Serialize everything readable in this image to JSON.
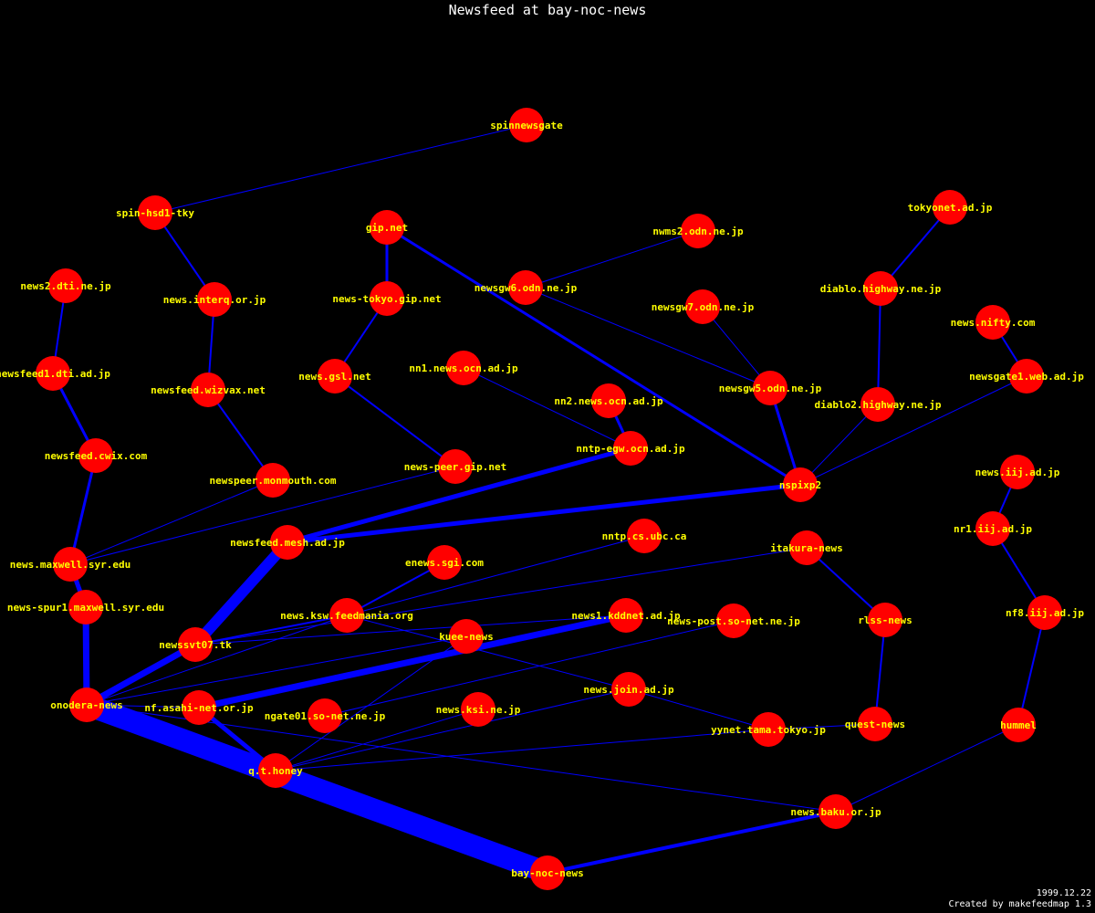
{
  "title": "Newsfeed at bay-noc-news",
  "footer": {
    "date": "1999.12.22",
    "credit": "Created by makefeedmap 1.3"
  },
  "colors": {
    "background": "#000000",
    "node": "#ff0000",
    "label": "#ffff00",
    "edge": "#0000ff",
    "title": "#ffffff"
  },
  "nodes": [
    {
      "id": "spinnewsgate",
      "label": "spinnewsgate"
    },
    {
      "id": "spin-hsd1-tky",
      "label": "spin-hsd1-tky"
    },
    {
      "id": "gip.net",
      "label": "gip.net"
    },
    {
      "id": "nwms2.odn.ne.jp",
      "label": "nwms2.odn.ne.jp"
    },
    {
      "id": "tokyonet.ad.jp",
      "label": "tokyonet.ad.jp"
    },
    {
      "id": "news2.dti.ne.jp",
      "label": "news2.dti.ne.jp"
    },
    {
      "id": "news.interq.or.jp",
      "label": "news.interq.or.jp"
    },
    {
      "id": "news-tokyo.gip.net",
      "label": "news-tokyo.gip.net"
    },
    {
      "id": "newsgw6.odn.ne.jp",
      "label": "newsgw6.odn.ne.jp"
    },
    {
      "id": "diablo.highway.ne.jp",
      "label": "diablo.highway.ne.jp"
    },
    {
      "id": "newsgw7.odn.ne.jp",
      "label": "newsgw7.odn.ne.jp"
    },
    {
      "id": "news.nifty.com",
      "label": "news.nifty.com"
    },
    {
      "id": "newsfeed1.dti.ad.jp",
      "label": "newsfeed1.dti.ad.jp"
    },
    {
      "id": "news.gsl.net",
      "label": "news.gsl.net"
    },
    {
      "id": "nn1.news.ocn.ad.jp",
      "label": "nn1.news.ocn.ad.jp"
    },
    {
      "id": "newsfeed.wizvax.net",
      "label": "newsfeed.wizvax.net"
    },
    {
      "id": "newsgw5.odn.ne.jp",
      "label": "newsgw5.odn.ne.jp"
    },
    {
      "id": "newsgate1.web.ad.jp",
      "label": "newsgate1.web.ad.jp"
    },
    {
      "id": "nn2.news.ocn.ad.jp",
      "label": "nn2.news.ocn.ad.jp"
    },
    {
      "id": "diablo2.highway.ne.jp",
      "label": "diablo2.highway.ne.jp"
    },
    {
      "id": "nntp-egw.ocn.ad.jp",
      "label": "nntp-egw.ocn.ad.jp"
    },
    {
      "id": "newsfeed.cwix.com",
      "label": "newsfeed.cwix.com"
    },
    {
      "id": "news-peer.gip.net",
      "label": "news-peer.gip.net"
    },
    {
      "id": "news.iij.ad.jp",
      "label": "news.iij.ad.jp"
    },
    {
      "id": "newspeer.monmouth.com",
      "label": "newspeer.monmouth.com"
    },
    {
      "id": "nspixp2",
      "label": "nspixp2"
    },
    {
      "id": "nr1.iij.ad.jp",
      "label": "nr1.iij.ad.jp"
    },
    {
      "id": "newsfeed.mesh.ad.jp",
      "label": "newsfeed.mesh.ad.jp"
    },
    {
      "id": "nntp.cs.ubc.ca",
      "label": "nntp.cs.ubc.ca"
    },
    {
      "id": "itakura-news",
      "label": "itakura-news"
    },
    {
      "id": "enews.sgi.com",
      "label": "enews.sgi.com"
    },
    {
      "id": "news.maxwell.syr.edu",
      "label": "news.maxwell.syr.edu"
    },
    {
      "id": "news-spur1.maxwell.syr.edu",
      "label": "news-spur1.maxwell.syr.edu"
    },
    {
      "id": "news.ksw.feedmania.org",
      "label": "news.ksw.feedmania.org"
    },
    {
      "id": "news1.kddnet.ad.jp",
      "label": "news1.kddnet.ad.jp"
    },
    {
      "id": "news-post.so-net.ne.jp",
      "label": "news-post.so-net.ne.jp"
    },
    {
      "id": "rlss-news",
      "label": "rlss-news"
    },
    {
      "id": "nf8.iij.ad.jp",
      "label": "nf8.iij.ad.jp"
    },
    {
      "id": "kuee-news",
      "label": "kuee-news"
    },
    {
      "id": "newssvt07.tk",
      "label": "newssvt07.tk"
    },
    {
      "id": "news.join.ad.jp",
      "label": "news.join.ad.jp"
    },
    {
      "id": "onodera-news",
      "label": "onodera-news"
    },
    {
      "id": "nf.asahi-net.or.jp",
      "label": "nf.asahi-net.or.jp"
    },
    {
      "id": "ngate01.so-net.ne.jp",
      "label": "ngate01.so-net.ne.jp"
    },
    {
      "id": "news.ksi.ne.jp",
      "label": "news.ksi.ne.jp"
    },
    {
      "id": "yynet.tama.tokyo.jp",
      "label": "yynet.tama.tokyo.jp"
    },
    {
      "id": "quest-news",
      "label": "quest-news"
    },
    {
      "id": "hummel",
      "label": "hummel"
    },
    {
      "id": "q.t.honey",
      "label": "q.t.honey"
    },
    {
      "id": "news.baku.or.jp",
      "label": "news.baku.or.jp"
    },
    {
      "id": "bay-noc-news",
      "label": "bay-noc-news"
    }
  ],
  "edges": [
    {
      "from": "spinnewsgate",
      "to": "spin-hsd1-tky",
      "weight": 1
    },
    {
      "from": "spin-hsd1-tky",
      "to": "news.interq.or.jp",
      "weight": 2
    },
    {
      "from": "news.interq.or.jp",
      "to": "newsfeed.wizvax.net",
      "weight": 2
    },
    {
      "from": "newsfeed.wizvax.net",
      "to": "newspeer.monmouth.com",
      "weight": 2
    },
    {
      "from": "newspeer.monmouth.com",
      "to": "news.maxwell.syr.edu",
      "weight": 1
    },
    {
      "from": "news2.dti.ne.jp",
      "to": "newsfeed1.dti.ad.jp",
      "weight": 2
    },
    {
      "from": "newsfeed1.dti.ad.jp",
      "to": "newsfeed.cwix.com",
      "weight": 3
    },
    {
      "from": "newsfeed.cwix.com",
      "to": "news.maxwell.syr.edu",
      "weight": 3
    },
    {
      "from": "news.maxwell.syr.edu",
      "to": "news-spur1.maxwell.syr.edu",
      "weight": 5
    },
    {
      "from": "news-spur1.maxwell.syr.edu",
      "to": "onodera-news",
      "weight": 7
    },
    {
      "from": "news-peer.gip.net",
      "to": "news.maxwell.syr.edu",
      "weight": 1
    },
    {
      "from": "gip.net",
      "to": "news-tokyo.gip.net",
      "weight": 3
    },
    {
      "from": "news-tokyo.gip.net",
      "to": "news.gsl.net",
      "weight": 2
    },
    {
      "from": "news.gsl.net",
      "to": "news-peer.gip.net",
      "weight": 2
    },
    {
      "from": "gip.net",
      "to": "nspixp2",
      "weight": 3
    },
    {
      "from": "nwms2.odn.ne.jp",
      "to": "newsgw6.odn.ne.jp",
      "weight": 1
    },
    {
      "from": "newsgw6.odn.ne.jp",
      "to": "newsgw5.odn.ne.jp",
      "weight": 1
    },
    {
      "from": "newsgw7.odn.ne.jp",
      "to": "newsgw5.odn.ne.jp",
      "weight": 1
    },
    {
      "from": "newsgw5.odn.ne.jp",
      "to": "nspixp2",
      "weight": 3
    },
    {
      "from": "tokyonet.ad.jp",
      "to": "diablo.highway.ne.jp",
      "weight": 2
    },
    {
      "from": "diablo.highway.ne.jp",
      "to": "diablo2.highway.ne.jp",
      "weight": 2
    },
    {
      "from": "diablo2.highway.ne.jp",
      "to": "nspixp2",
      "weight": 1
    },
    {
      "from": "news.nifty.com",
      "to": "newsgate1.web.ad.jp",
      "weight": 2
    },
    {
      "from": "newsgate1.web.ad.jp",
      "to": "nspixp2",
      "weight": 1
    },
    {
      "from": "nn1.news.ocn.ad.jp",
      "to": "nntp-egw.ocn.ad.jp",
      "weight": 1
    },
    {
      "from": "nn2.news.ocn.ad.jp",
      "to": "nntp-egw.ocn.ad.jp",
      "weight": 3
    },
    {
      "from": "nntp-egw.ocn.ad.jp",
      "to": "newsfeed.mesh.ad.jp",
      "weight": 5
    },
    {
      "from": "nspixp2",
      "to": "newsfeed.mesh.ad.jp",
      "weight": 5
    },
    {
      "from": "newsfeed.mesh.ad.jp",
      "to": "newssvt07.tk",
      "weight": 12
    },
    {
      "from": "newssvt07.tk",
      "to": "onodera-news",
      "weight": 7
    },
    {
      "from": "news.iij.ad.jp",
      "to": "nr1.iij.ad.jp",
      "weight": 2
    },
    {
      "from": "nr1.iij.ad.jp",
      "to": "nf8.iij.ad.jp",
      "weight": 2
    },
    {
      "from": "nf8.iij.ad.jp",
      "to": "hummel",
      "weight": 2
    },
    {
      "from": "hummel",
      "to": "news.baku.or.jp",
      "weight": 1
    },
    {
      "from": "news.baku.or.jp",
      "to": "bay-noc-news",
      "weight": 4
    },
    {
      "from": "itakura-news",
      "to": "rlss-news",
      "weight": 2
    },
    {
      "from": "rlss-news",
      "to": "quest-news",
      "weight": 2
    },
    {
      "from": "quest-news",
      "to": "yynet.tama.tokyo.jp",
      "weight": 1
    },
    {
      "from": "itakura-news",
      "to": "newssvt07.tk",
      "weight": 1
    },
    {
      "from": "nntp.cs.ubc.ca",
      "to": "news.ksw.feedmania.org",
      "weight": 1
    },
    {
      "from": "enews.sgi.com",
      "to": "news.ksw.feedmania.org",
      "weight": 2
    },
    {
      "from": "news.ksw.feedmania.org",
      "to": "newssvt07.tk",
      "weight": 2
    },
    {
      "from": "news.ksw.feedmania.org",
      "to": "news.join.ad.jp",
      "weight": 1
    },
    {
      "from": "news.ksw.feedmania.org",
      "to": "onodera-news",
      "weight": 1
    },
    {
      "from": "news.join.ad.jp",
      "to": "yynet.tama.tokyo.jp",
      "weight": 1
    },
    {
      "from": "news.join.ad.jp",
      "to": "q.t.honey",
      "weight": 1
    },
    {
      "from": "news1.kddnet.ad.jp",
      "to": "nf.asahi-net.or.jp",
      "weight": 7
    },
    {
      "from": "news1.kddnet.ad.jp",
      "to": "newssvt07.tk",
      "weight": 1
    },
    {
      "from": "news-post.so-net.ne.jp",
      "to": "ngate01.so-net.ne.jp",
      "weight": 1
    },
    {
      "from": "kuee-news",
      "to": "onodera-news",
      "weight": 1
    },
    {
      "from": "kuee-news",
      "to": "q.t.honey",
      "weight": 1
    },
    {
      "from": "news.ksi.ne.jp",
      "to": "q.t.honey",
      "weight": 1
    },
    {
      "from": "yynet.tama.tokyo.jp",
      "to": "q.t.honey",
      "weight": 1
    },
    {
      "from": "nf.asahi-net.or.jp",
      "to": "q.t.honey",
      "weight": 5
    },
    {
      "from": "nf.asahi-net.or.jp",
      "to": "onodera-news",
      "weight": 1
    },
    {
      "from": "onodera-news",
      "to": "news.baku.or.jp",
      "weight": 1
    },
    {
      "from": "onodera-news",
      "to": "bay-noc-news",
      "weight": 24
    },
    {
      "from": "q.t.honey",
      "to": "bay-noc-news",
      "weight": 3
    }
  ]
}
